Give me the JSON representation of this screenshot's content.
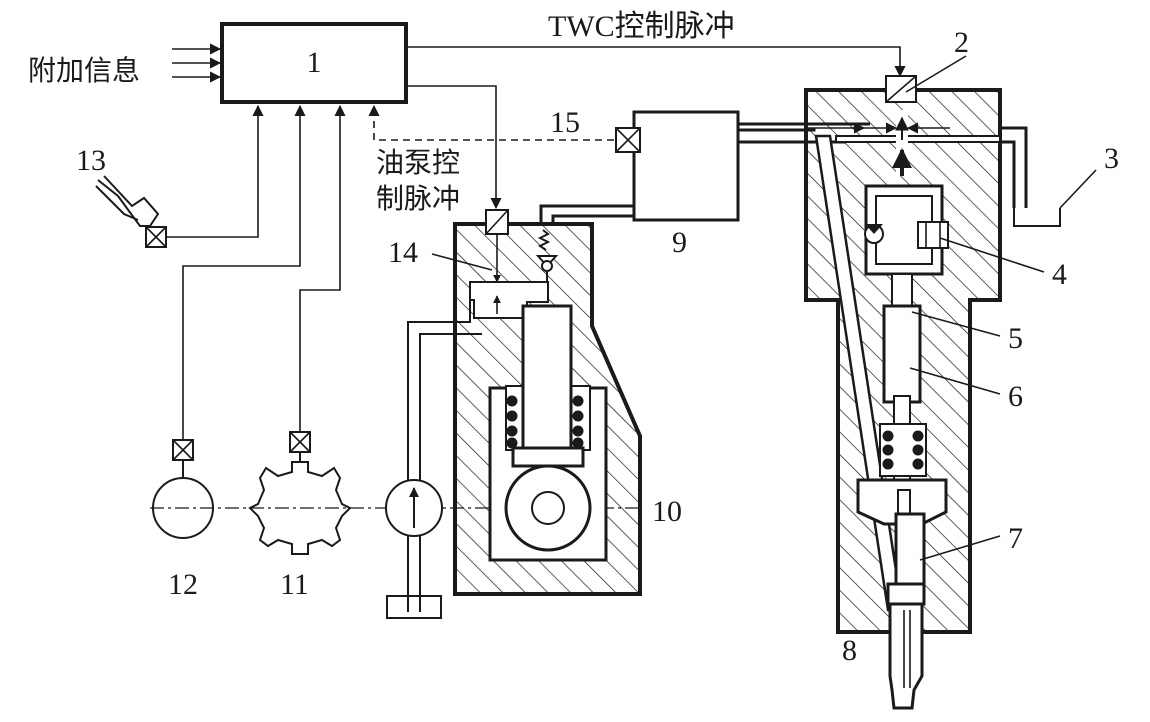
{
  "labels": {
    "ecu": "1",
    "twc_pulse": "TWC控制脉冲",
    "extra_info": "附加信息",
    "pump_pulse_line1": "油泵控",
    "pump_pulse_line2": "制脉冲",
    "n2": "2",
    "n3": "3",
    "n4": "4",
    "n5": "5",
    "n6": "6",
    "n7": "7",
    "n8": "8",
    "n9": "9",
    "n10": "10",
    "n11": "11",
    "n12": "12",
    "n13": "13",
    "n14": "14",
    "n15": "15"
  }
}
